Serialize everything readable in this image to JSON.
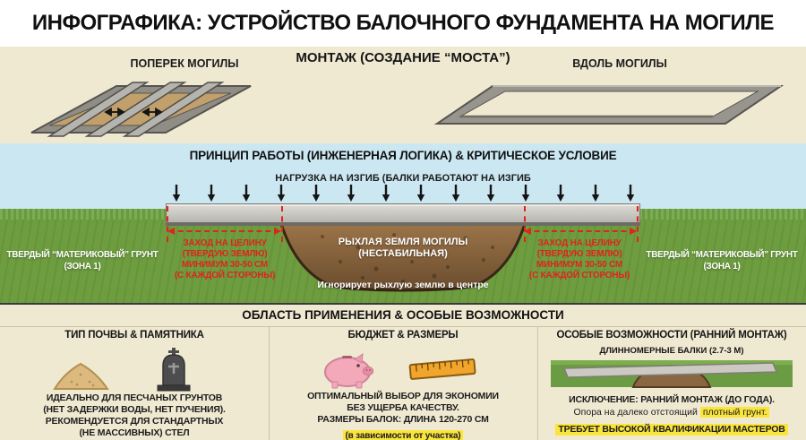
{
  "colors": {
    "background_beige": "#f0e9d2",
    "sky_blue": "#cbe7f2",
    "grass_green": "#6d9d3f",
    "pit_brown": "#8a6642",
    "beam_gray": "#c6c4be",
    "red_accent": "#e0231c",
    "highlight_yellow": "#fae53d"
  },
  "icons": {
    "load_arrows": "down-arrow-icon",
    "sand": "sand-pile-icon",
    "tombstone": "tombstone-icon",
    "piggy_bank": "piggy-bank-icon",
    "ruler": "ruler-icon",
    "long_beam": "long-beam-icon"
  },
  "header": {
    "title": "ИНФОГРАФИКА: УСТРОЙСТВО БАЛОЧНОГО ФУНДАМЕНТА НА МОГИЛЕ"
  },
  "montage": {
    "title": "МОНТАЖ (СОЗДАНИЕ “МОСТА”)",
    "across_label": "ПОПЕРЕК МОГИЛЫ",
    "along_label": "ВДОЛЬ МОГИЛЫ"
  },
  "principle": {
    "title": "ПРИНЦИП РАБОТЫ (ИНЖЕНЕРНАЯ ЛОГИКА) & КРИТИЧЕСКОЕ УСЛОВИЕ",
    "load_label": "НАГРУЗКА НА ИЗГИБ (БАЛКИ РАБОТАЮТ НА ИЗГИБ",
    "hard_ground_left": "ТВЕРДЫЙ “МАТЕРИКОВЫЙ” ГРУНТ\n(ЗОНА 1)",
    "hard_ground_right": "ТВЕРДЫЙ “МАТЕРИКОВЫЙ” ГРУНТ\n(ЗОНА 1)",
    "loose_soil_label": "РЫХЛАЯ ЗЕМЛЯ МОГИЛЫ\n(НЕСТАБИЛЬНАЯ)",
    "overlap_left": "ЗАХОД НА ЦЕЛИНУ\n(ТВЕРДУЮ ЗЕМЛЮ)\nМИНИМУМ 30-50 СМ\n(С КАЖДОЙ СТОРОНЫ)",
    "overlap_right": "ЗАХОД НА ЦЕЛИНУ\n(ТВЕРДУЮ ЗЕМЛЮ)\nМИНИМУМ 30-50 СМ\n(С КАЖДОЙ СТОРОНЫ)",
    "ignore_note": "Игнорирует рыхлую землю в центре"
  },
  "application": {
    "title": "ОБЛАСТЬ ПРИМЕНЕНИЯ & ОСОБЫЕ ВОЗМОЖНОСТИ",
    "col1": {
      "heading": "ТИП ПОЧВЫ & ПАМЯТНИКА",
      "text": "ИДЕАЛЬНО ДЛЯ ПЕСЧАНЫХ ГРУНТОВ\n(НЕТ ЗАДЕРЖКИ ВОДЫ, НЕТ ПУЧЕНИЯ).\nРЕКОМЕНДУЕТСЯ ДЛЯ СТАНДАРТНЫХ\n(НЕ МАССИВНЫХ) СТЕЛ"
    },
    "col2": {
      "heading": "БЮДЖЕТ & РАЗМЕРЫ",
      "text": "ОПТИМАЛЬНЫЙ ВЫБОР ДЛЯ ЭКОНОМИИ\nБЕЗ УЩЕРБА КАЧЕСТВУ.\nРАЗМЕРЫ БАЛОК: ДЛИНА 120-270 СМ",
      "note_highlight": "(в зависимости от участка)"
    },
    "col3": {
      "heading": "ОСОБЫЕ ВОЗМОЖНОСТИ (РАННИЙ МОНТАЖ)",
      "beam_label": "ДЛИННОМЕРНЫЕ БАЛКИ (2.7-3 М)",
      "line1": "ИСКЛЮЧЕНИЕ: РАННИЙ МОНТАЖ (ДО ГОДА).",
      "line2_prefix": "Опора на далеко отстоящий ",
      "line2_highlight": "плотный грунт.",
      "line3_highlight": "ТРЕБУЕТ ВЫСОКОЙ КВАЛИФИКАЦИИ МАСТЕРОВ"
    }
  }
}
